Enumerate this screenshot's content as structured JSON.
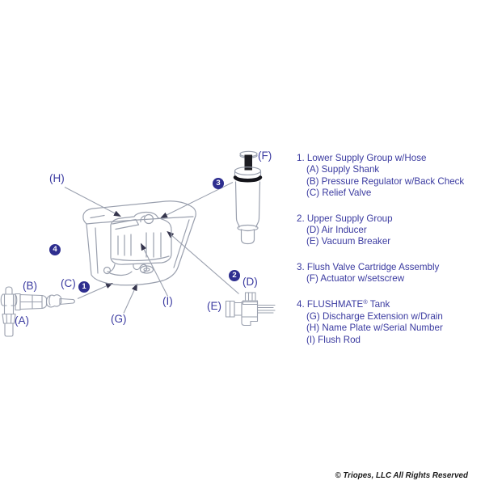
{
  "colors": {
    "background": "#ffffff",
    "line_art": "#9aa0ae",
    "label_text": "#3a3aa0",
    "badge_fill": "#2e2e8f",
    "badge_text": "#ffffff",
    "arrowhead": "#35354d",
    "cartridge_dark": "#1d1d22",
    "copyright_text": "#1a1a1a"
  },
  "diagram": {
    "part_labels": {
      "A": "(A)",
      "B": "(B)",
      "C": "(C)",
      "D": "(D)",
      "E": "(E)",
      "F": "(F)",
      "G": "(G)",
      "H": "(H)",
      "I": "(I)"
    },
    "group_badges": {
      "b1": "1",
      "b2": "2",
      "b3": "3",
      "b4": "4"
    }
  },
  "legend": {
    "groups": [
      {
        "title": "1. Lower Supply Group w/Hose",
        "items": [
          "(A) Supply Shank",
          "(B) Pressure Regulator w/Back Check",
          "(C) Relief Valve"
        ]
      },
      {
        "title": "2. Upper Supply Group",
        "items": [
          "(D) Air Inducer",
          "(E) Vacuum Breaker"
        ]
      },
      {
        "title": "3. Flush Valve Cartridge Assembly",
        "items": [
          "(F) Actuator w/setscrew"
        ]
      },
      {
        "title": "4. FLUSHMATE",
        "title_sup": "®",
        "title_rest": " Tank",
        "items": [
          "(G) Discharge Extension w/Drain",
          "(H) Name Plate w/Serial Number",
          "(I) Flush Rod"
        ]
      }
    ]
  },
  "footer": {
    "copyright": "© Triopes, LLC All Rights Reserved"
  }
}
